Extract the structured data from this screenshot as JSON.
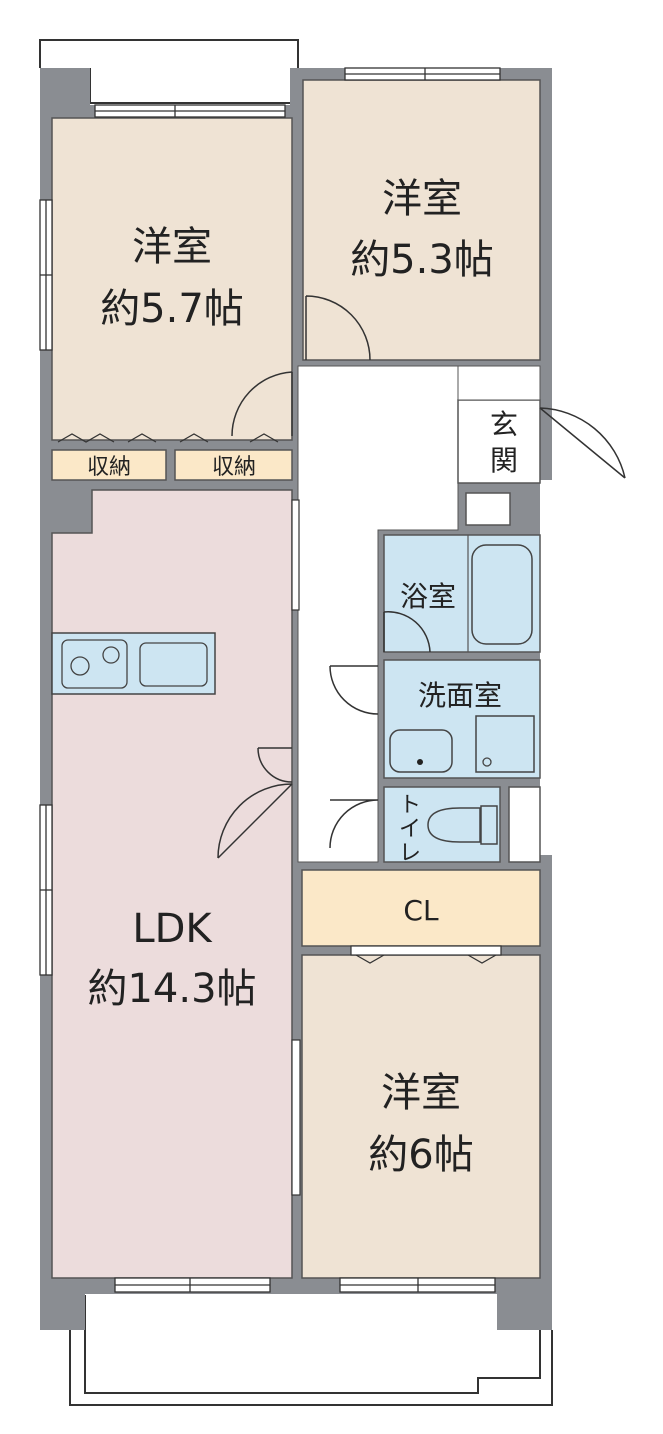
{
  "rooms": {
    "west_bedroom": {
      "name": "洋室",
      "size": "約5.7帖"
    },
    "east_bedroom": {
      "name": "洋室",
      "size": "約5.3帖"
    },
    "south_bedroom": {
      "name": "洋室",
      "size": "約6帖"
    },
    "ldk": {
      "name": "LDK",
      "size": "約14.3帖"
    },
    "entrance": {
      "name": "玄関",
      "char1": "玄",
      "char2": "関"
    },
    "bath": {
      "name": "浴室"
    },
    "washroom": {
      "name": "洗面室"
    },
    "toilet": {
      "name": "トイレ",
      "char1": "ト",
      "char2": "イ",
      "char3": "レ"
    },
    "closet": {
      "name": "CL"
    },
    "storage_1": {
      "name": "収納"
    },
    "storage_2": {
      "name": "収納"
    }
  },
  "colors": {
    "wall": "#8a8d92",
    "bedroom_fill": "#efe3d4",
    "ldk_fill": "#ecdcdc",
    "wet_area_fill": "#cde5f2",
    "storage_fill": "#fbe8c8",
    "hall_fill": "#ffffff",
    "line": "#333333"
  }
}
